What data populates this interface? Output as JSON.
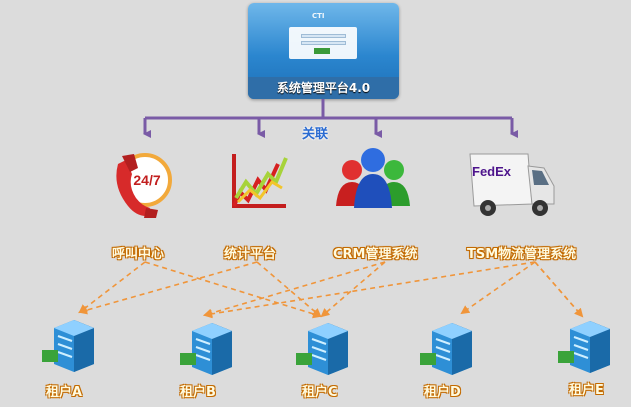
{
  "platform": {
    "screenshot_logo": "CTI",
    "caption": "系统管理平台4.0"
  },
  "relation_label": "关联",
  "services": [
    {
      "label": "呼叫中心",
      "icon": "call-center-24-7-icon",
      "badge": "24/7"
    },
    {
      "label": "统计平台",
      "icon": "statistics-chart-icon"
    },
    {
      "label": "CRM管理系统",
      "icon": "crm-users-icon"
    },
    {
      "label": "TSM物流管理系统",
      "icon": "delivery-truck-icon",
      "brand_text": "FedEx"
    }
  ],
  "tenants": [
    {
      "label": "租户A"
    },
    {
      "label": "租户B"
    },
    {
      "label": "租户C"
    },
    {
      "label": "租户D"
    },
    {
      "label": "租户E"
    }
  ],
  "colors": {
    "background": "#dcdcdc",
    "connector_purple": "#7a5ba6",
    "dashed_orange": "#f0953a",
    "label_outline": "#c36a00",
    "relation_blue": "#2a6bd1"
  }
}
